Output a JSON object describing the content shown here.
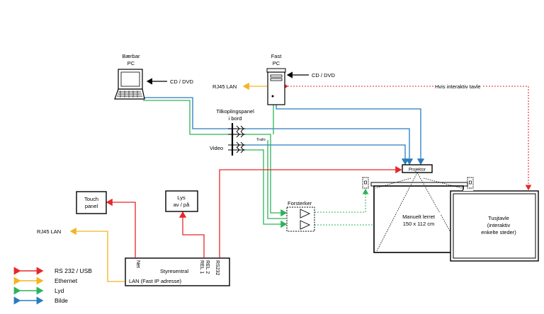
{
  "devices": {
    "laptop_line1": "Bærbar",
    "laptop_line2": "PC",
    "desktop_line1": "Fast",
    "desktop_line2": "PC",
    "cd_dvd_laptop": "CD / DVD",
    "cd_dvd_desktop": "CD / DVD",
    "rj45_top": "RJ45 LAN",
    "interactive_label": "Hvis interaktiv tavle",
    "panel_line1": "Tilkoplingspanel",
    "panel_line2": "i bord",
    "video_label": "Video",
    "trafo_label": "Trafo",
    "projector_label": "Projektor",
    "amplifier_label": "Forsterker",
    "screen_line1": "Manuelt lerret",
    "screen_line2": "150 x 112 cm",
    "board_line1": "Tusjtavle",
    "board_line2": "(interaktiv",
    "board_line3": "enkelte steder)",
    "touch_line1": "Touch",
    "touch_line2": "panel",
    "lights_line1": "Lys",
    "lights_line2": "av / på",
    "rj45_left": "RJ45 LAN",
    "controller_label": "Styresentral",
    "controller_lan": "LAN (Fast IP adresse)",
    "port_net": "Net",
    "port_rel1": "REL 1",
    "port_rel2": "REL 2",
    "port_rs232": "RS232"
  },
  "legend": [
    {
      "label": "RS 232 / USB",
      "color": "#e8262a"
    },
    {
      "label": "Ethernet",
      "color": "#f5b324"
    },
    {
      "label": "Lyd",
      "color": "#2db35a"
    },
    {
      "label": "Bilde",
      "color": "#2a7bbf"
    }
  ],
  "colors": {
    "rs232": "#e8262a",
    "ethernet": "#f5b324",
    "audio": "#2db35a",
    "video": "#2a7bbf"
  }
}
